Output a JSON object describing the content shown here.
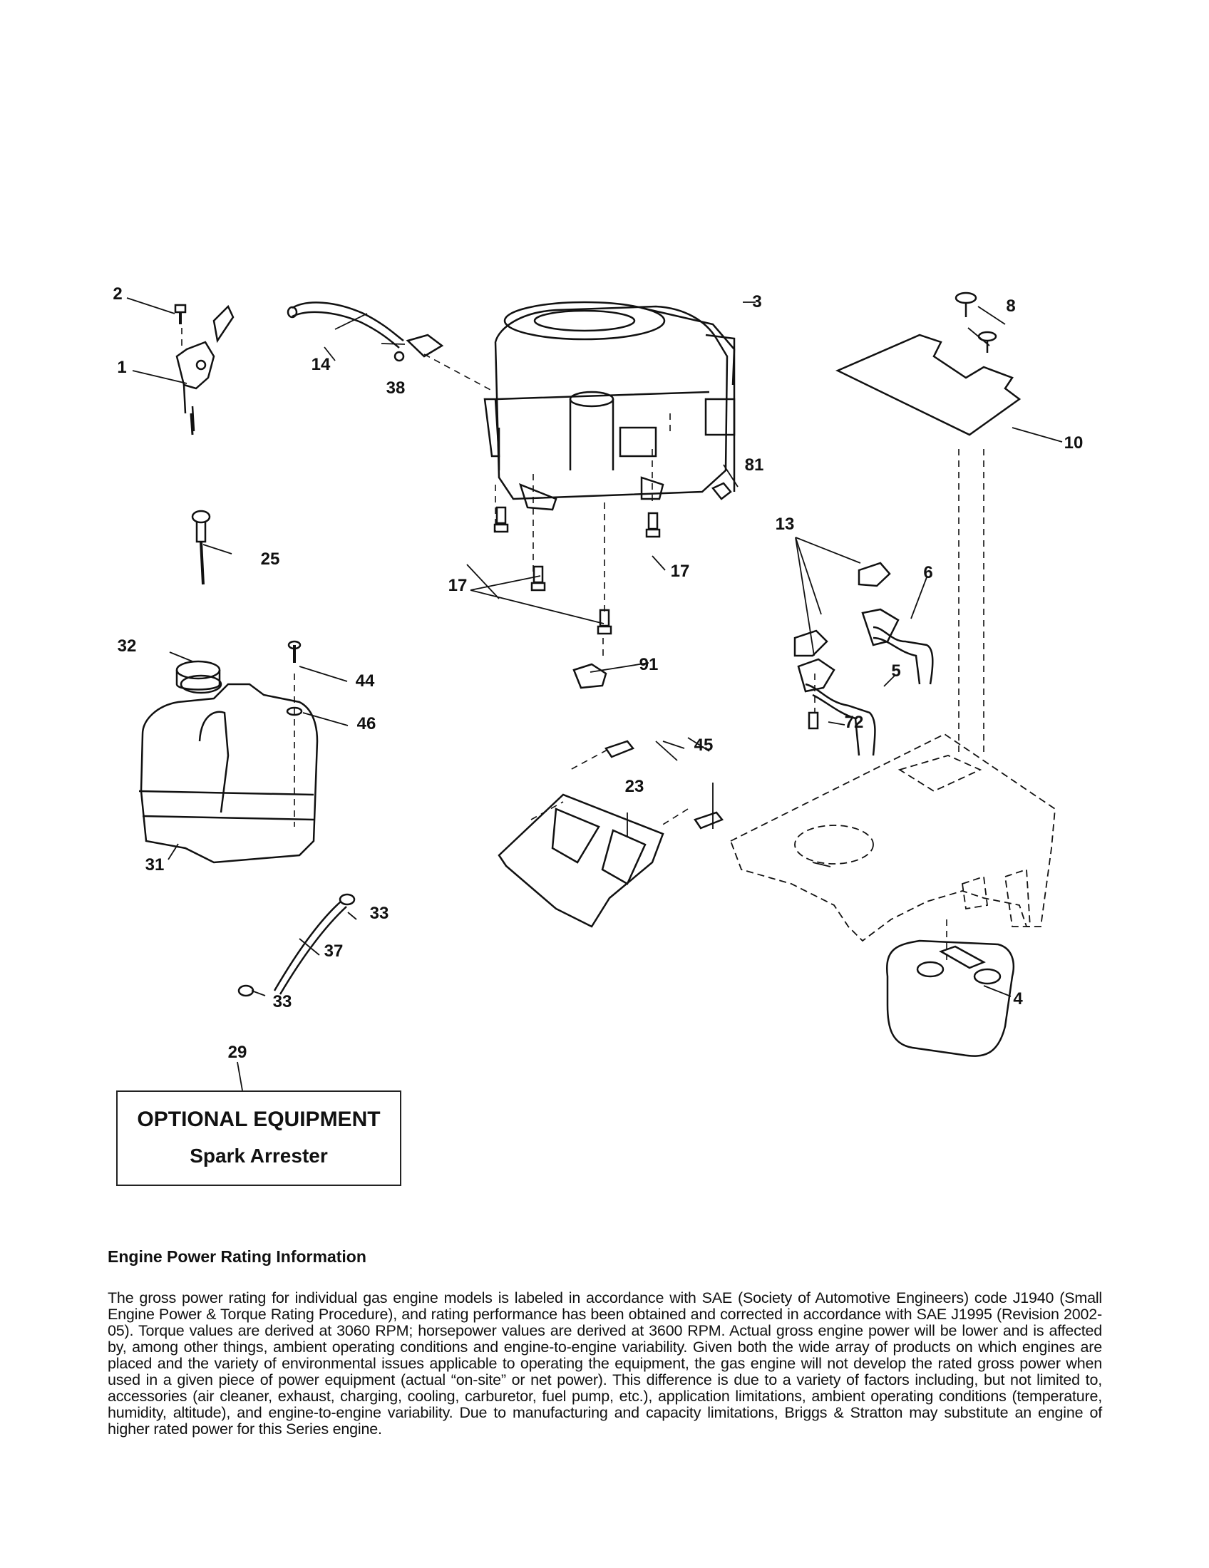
{
  "callouts": {
    "c1": "1",
    "c2": "2",
    "c3": "3",
    "c4": "4",
    "c5": "5",
    "c6": "6",
    "c8": "8",
    "c10": "10",
    "c13": "13",
    "c14": "14",
    "c17a": "17",
    "c17b": "17",
    "c23": "23",
    "c25": "25",
    "c29": "29",
    "c31": "31",
    "c32": "32",
    "c33a": "33",
    "c33b": "33",
    "c37": "37",
    "c38": "38",
    "c44": "44",
    "c45": "45",
    "c46": "46",
    "c72": "72",
    "c81": "81",
    "c91": "91"
  },
  "optional_box": {
    "title": "OPTIONAL EQUIPMENT",
    "subtitle": "Spark Arrester"
  },
  "info": {
    "heading": "Engine Power Rating Information",
    "body": "The gross power rating for individual gas engine models is labeled in accordance with SAE (Society of Automotive Engineers) code J1940 (Small Engine Power & Torque Rating Procedure), and rating performance has been obtained and corrected in accordance with SAE J1995 (Revision 2002-05). Torque values are derived at 3060 RPM; horsepower values are derived at 3600 RPM. Actual gross engine power will be lower and is affected by, among other things, ambient operating conditions and engine-to-engine variability. Given both the wide array of products on which engines are placed and the variety of environmental issues applicable to operating the equipment, the gas engine will not develop the rated gross power when used in a given piece of power equipment (actual “on-site” or net power). This difference is due to a variety of factors including, but not limited to, accessories (air cleaner, exhaust, charging, cooling, carburetor, fuel pump, etc.), application limitations, ambient operating conditions (temperature, humidity, altitude), and engine-to-engine variability. Due to manufacturing and capacity limitations, Briggs & Stratton may substitute an engine of higher rated power for this Series engine."
  }
}
